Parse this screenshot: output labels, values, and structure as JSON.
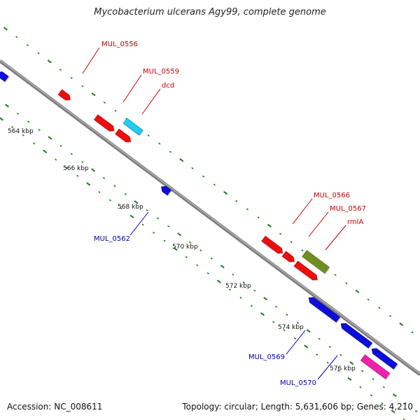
{
  "title": "Mycobacterium ulcerans Agy99, complete genome",
  "footer": {
    "accession": "Accession: NC_008611",
    "summary": "Topology: circular; Length: 5,631,606 bp; Genes: 4,210"
  },
  "colors": {
    "backbone": "#8a8a8a",
    "tick": "#1a7a1a",
    "forward_label": "#cc0000",
    "reverse_label": "#0000aa",
    "red_gene": "#ee1111",
    "blue_gene": "#1111dd",
    "cyan_gene": "#22ccee",
    "olive_gene": "#6f8f22",
    "magenta_gene": "#ee22aa"
  },
  "scale_labels": [
    "564 kbp",
    "566 kbp",
    "568 kbp",
    "570 kbp",
    "572 kbp",
    "574 kbp",
    "576 kbp"
  ],
  "gene_labels": {
    "mul0556": "MUL_0556",
    "mul0559": "MUL_0559",
    "dcd": "dcd",
    "mul0566": "MUL_0566",
    "mul0567": "MUL_0567",
    "rmla": "rmlA",
    "mul0562": "MUL_0562",
    "mul0569": "MUL_0569",
    "mul0570": "MUL_0570"
  }
}
